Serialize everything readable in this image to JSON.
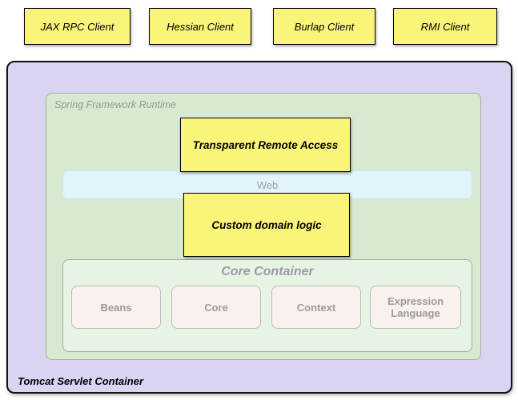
{
  "clients": [
    "JAX RPC Client",
    "Hessian Client",
    "Burlap Client",
    "RMI Client"
  ],
  "tomcat": {
    "label": "Tomcat Servlet Container"
  },
  "runtime": {
    "label": "Spring Framework Runtime"
  },
  "boxes": {
    "remote_access": "Transparent Remote Access",
    "web": "Web",
    "domain_logic": "Custom domain logic"
  },
  "core": {
    "title": "Core Container",
    "modules": [
      "Beans",
      "Core",
      "Context",
      "Expression Language"
    ]
  },
  "colors": {
    "client_box": "#FAF478",
    "tomcat_bg": "#DBD3F2",
    "runtime_bg": "#D8E9D2",
    "web_bg": "#E2F4FB",
    "core_bg": "#E7F4E3",
    "module_bg": "#F8F1EE"
  }
}
